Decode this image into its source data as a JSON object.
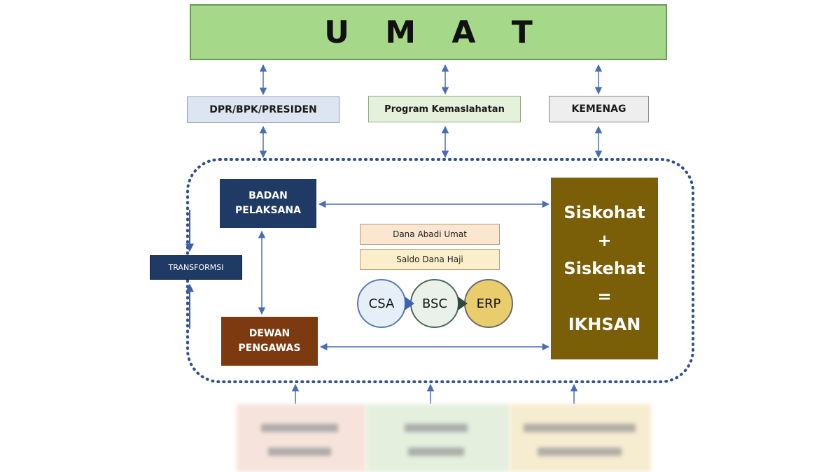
{
  "title": "U M A T",
  "stakeholders": {
    "dpr": "DPR/BPK/PRESIDEN",
    "program": "Program Kemaslahatan",
    "kemenag": "KEMENAG"
  },
  "core": {
    "badan_line1": "BADAN",
    "badan_line2": "PELAKSANA",
    "dewan_line1": "DEWAN",
    "dewan_line2": "PENGAWAS",
    "transformasi": "TRANSFORMSI"
  },
  "funds": {
    "dana_abadi": "Dana Abadi Umat",
    "saldo": "Saldo Dana Haji"
  },
  "systems": {
    "csa": "CSA",
    "bsc": "BSC",
    "erp": "ERP"
  },
  "siskohat": {
    "line1": "Siskohat",
    "line2": "+",
    "line3": "Siskehat",
    "line4": "=",
    "line5": "IKHSAN"
  },
  "colors": {
    "connector": "#4a6fb0",
    "umat": "#a6d88a",
    "badan": "#1f3a64",
    "dewan": "#7d3a10",
    "siskohat": "#7a5e08"
  }
}
